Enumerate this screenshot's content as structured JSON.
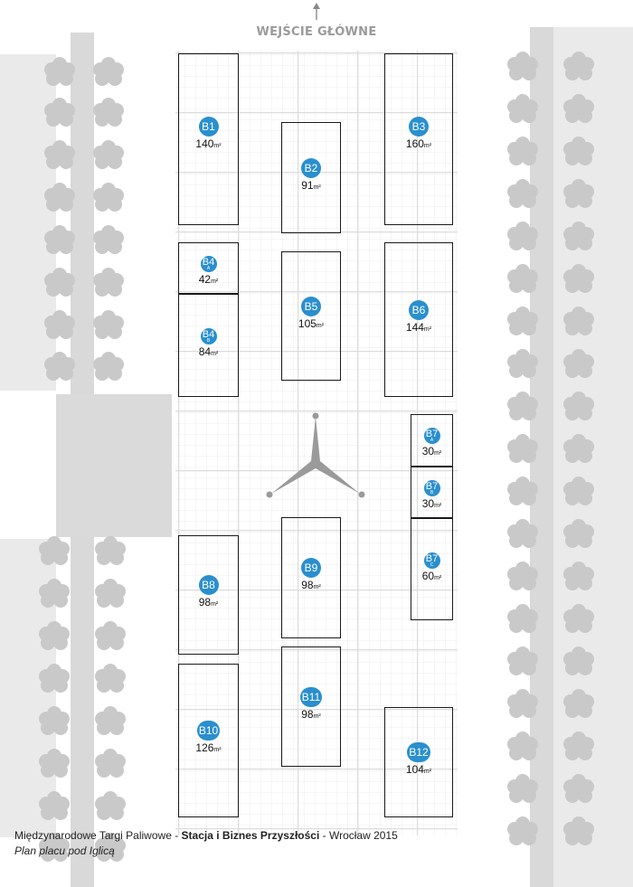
{
  "entrance": {
    "label": "WEJŚCIE GŁÓWNE"
  },
  "booths": [
    {
      "id": "B1",
      "sub": "",
      "area": "140",
      "unit": "m²"
    },
    {
      "id": "B2",
      "sub": "",
      "area": "91",
      "unit": "m²"
    },
    {
      "id": "B3",
      "sub": "",
      "area": "160",
      "unit": "m²"
    },
    {
      "id": "B4",
      "sub": "A",
      "area": "42",
      "unit": "m²"
    },
    {
      "id": "B4",
      "sub": "B",
      "area": "84",
      "unit": "m²"
    },
    {
      "id": "B5",
      "sub": "",
      "area": "105",
      "unit": "m²"
    },
    {
      "id": "B6",
      "sub": "",
      "area": "144",
      "unit": "m²"
    },
    {
      "id": "B7",
      "sub": "A",
      "area": "30",
      "unit": "m²"
    },
    {
      "id": "B7",
      "sub": "B",
      "area": "30",
      "unit": "m²"
    },
    {
      "id": "B7",
      "sub": "C",
      "area": "60",
      "unit": "m²"
    },
    {
      "id": "B8",
      "sub": "",
      "area": "98",
      "unit": "m²"
    },
    {
      "id": "B9",
      "sub": "",
      "area": "98",
      "unit": "m²"
    },
    {
      "id": "B10",
      "sub": "",
      "area": "126",
      "unit": "m²"
    },
    {
      "id": "B11",
      "sub": "",
      "area": "98",
      "unit": "m²"
    },
    {
      "id": "B12",
      "sub": "",
      "area": "104",
      "unit": "m²"
    }
  ],
  "footer": {
    "event": "Międzynarodowe Targi Paliwowe",
    "separator": " - ",
    "highlight": "Stacja i Biznes Przyszłości",
    "city_year": "Wrocław 2015",
    "subtitle": "Plan placu pod Iglicą"
  },
  "colors": {
    "badge": "#2a8fce",
    "grey_areas": "#dedede",
    "trees": "#c8c8c8",
    "grid": "#e8e8e8",
    "spire": "#9a9a9a"
  }
}
